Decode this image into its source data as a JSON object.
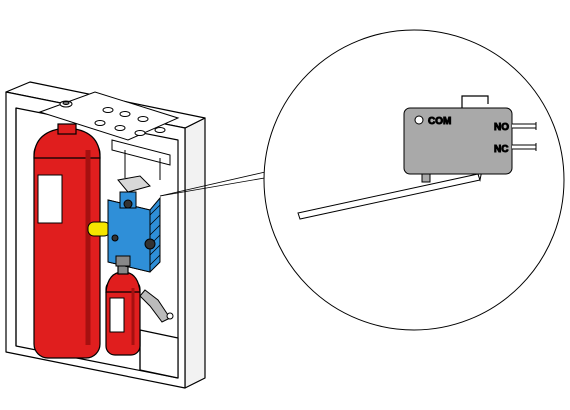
{
  "labels": {
    "com": "COM",
    "no": "NO",
    "nc": "NC"
  },
  "colors": {
    "cylinder_red": "#e01e1e",
    "cylinder_dark": "#a61010",
    "valve_blue": "#2f8fd8",
    "switch_gray": "#a9a9a9",
    "nozzle_yellow": "#f5e600",
    "outline": "#000000",
    "cabinet": "#ffffff"
  }
}
